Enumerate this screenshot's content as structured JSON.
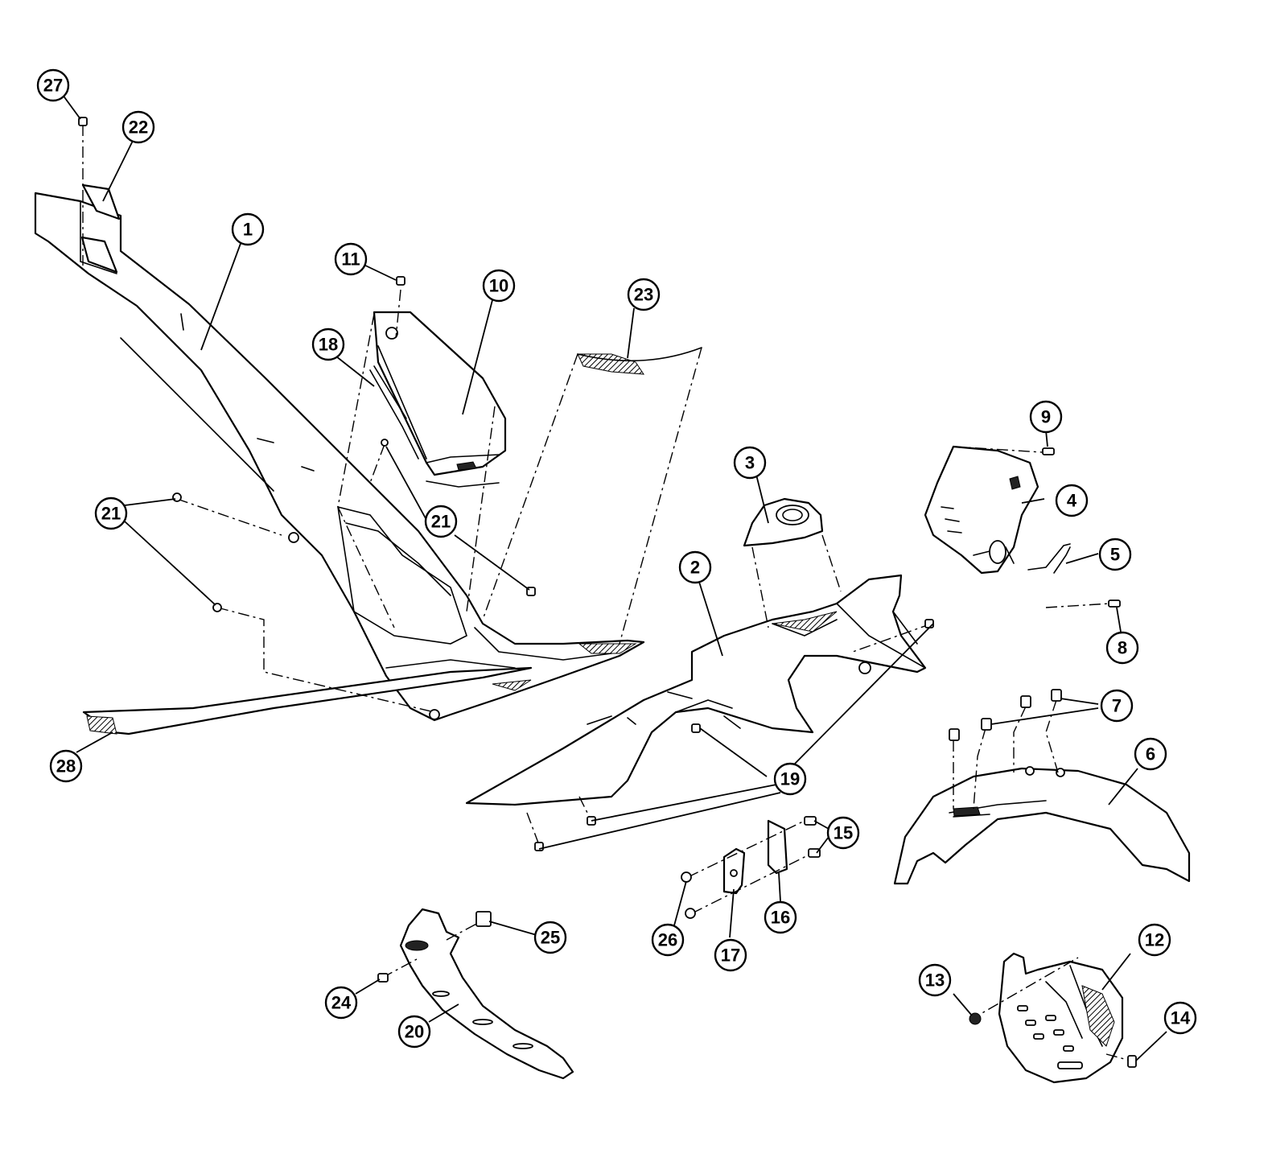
{
  "colors": {
    "line": "#000000",
    "background": "#ffffff"
  },
  "callouts": [
    {
      "id": "c1",
      "label": "1"
    },
    {
      "id": "c2",
      "label": "2"
    },
    {
      "id": "c3",
      "label": "3"
    },
    {
      "id": "c4",
      "label": "4"
    },
    {
      "id": "c5",
      "label": "5"
    },
    {
      "id": "c6",
      "label": "6"
    },
    {
      "id": "c7",
      "label": "7"
    },
    {
      "id": "c8",
      "label": "8"
    },
    {
      "id": "c9",
      "label": "9"
    },
    {
      "id": "c10",
      "label": "10"
    },
    {
      "id": "c11",
      "label": "11"
    },
    {
      "id": "c12",
      "label": "12"
    },
    {
      "id": "c13",
      "label": "13"
    },
    {
      "id": "c14",
      "label": "14"
    },
    {
      "id": "c15",
      "label": "15"
    },
    {
      "id": "c16",
      "label": "16"
    },
    {
      "id": "c17",
      "label": "17"
    },
    {
      "id": "c18",
      "label": "18"
    },
    {
      "id": "c19",
      "label": "19"
    },
    {
      "id": "c20",
      "label": "20"
    },
    {
      "id": "c21a",
      "label": "21"
    },
    {
      "id": "c21b",
      "label": "21"
    },
    {
      "id": "c22",
      "label": "22"
    },
    {
      "id": "c23",
      "label": "23"
    },
    {
      "id": "c24",
      "label": "24"
    },
    {
      "id": "c25",
      "label": "25"
    },
    {
      "id": "c26",
      "label": "26"
    },
    {
      "id": "c27",
      "label": "27"
    },
    {
      "id": "c28",
      "label": "28"
    }
  ]
}
